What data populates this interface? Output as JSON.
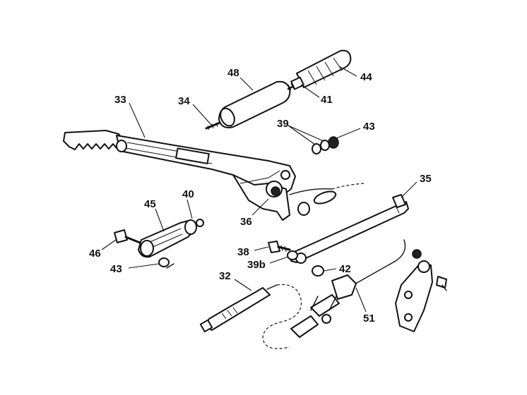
{
  "diagram": {
    "callouts": {
      "c33": "33",
      "c34": "34",
      "c48": "48",
      "c44": "44",
      "c41": "41",
      "c39": "39",
      "c43a": "43",
      "c35": "35",
      "c36": "36",
      "c40": "40",
      "c45": "45",
      "c46": "46",
      "c43b": "43",
      "c38": "38",
      "c39b": "39b",
      "c42": "42",
      "c32": "32",
      "c51": "51"
    }
  }
}
